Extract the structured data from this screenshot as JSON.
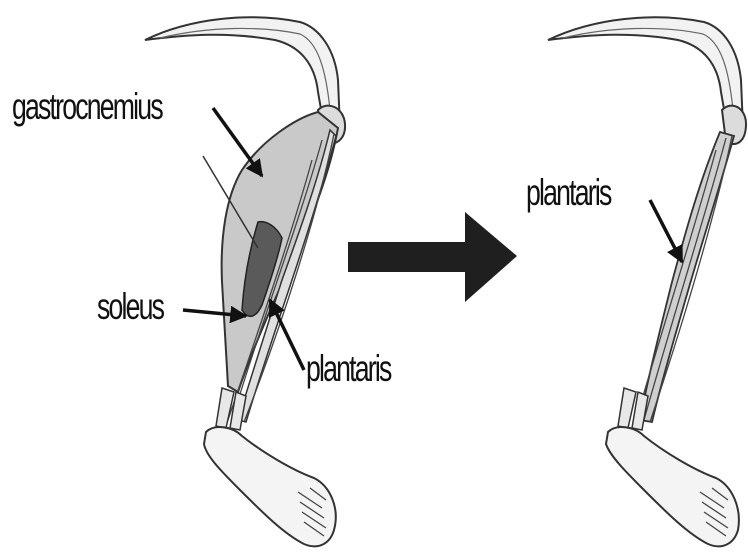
{
  "figure": {
    "before": {
      "labels": {
        "gastrocnemius": "gastrocnemius",
        "soleus": "soleus",
        "plantaris": "plantaris"
      }
    },
    "after": {
      "labels": {
        "plantaris": "plantaris"
      }
    },
    "colors": {
      "muscle_fill": "#c9c9c9",
      "muscle_dark": "#595959",
      "outline": "#333333",
      "bone_fill": "#f4f4f4",
      "arrow": "#1f1f1f"
    },
    "icons": [
      "transition-arrow-icon"
    ]
  }
}
